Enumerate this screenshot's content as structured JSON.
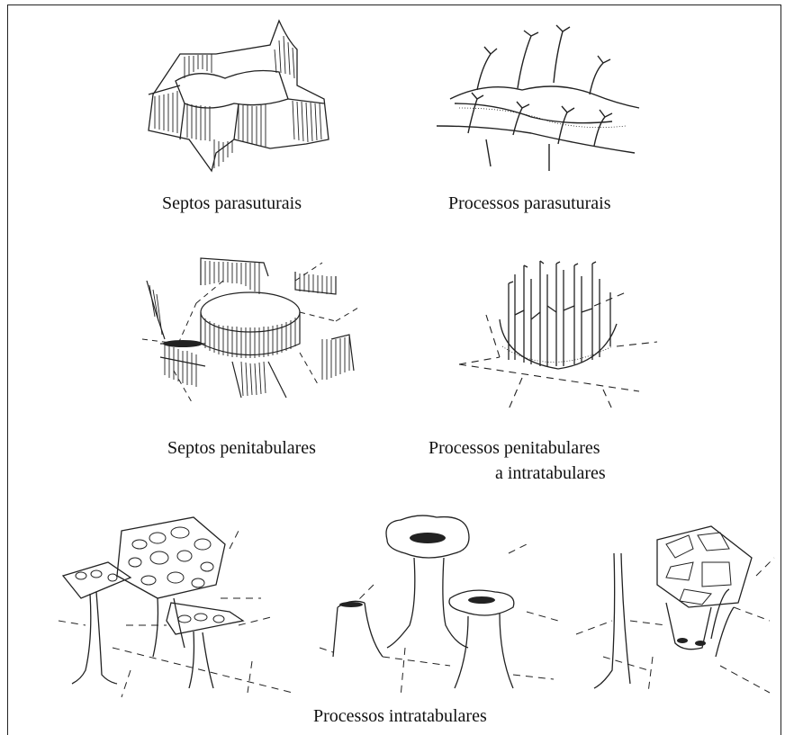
{
  "figure": {
    "captions": {
      "septos_parasuturais": "Septos parasuturais",
      "processos_parasuturais": "Processos parasuturais",
      "septos_penitabulares": "Septos penitabulares",
      "processos_penitabulares_line1": "Processos penitabulares",
      "processos_penitabulares_line2": "a intratabulares",
      "processos_intratabulares": "Processos intratabulares"
    }
  }
}
